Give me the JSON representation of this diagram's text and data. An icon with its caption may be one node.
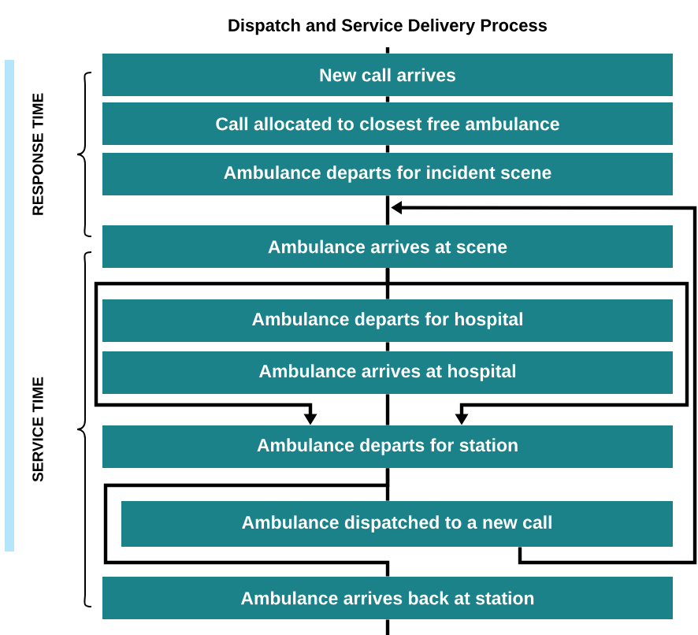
{
  "diagram": {
    "title": "Dispatch and Service Delivery Process",
    "nodes": [
      {
        "text": [
          "New call arrives"
        ]
      },
      {
        "text": [
          "Call allocated to closest free ambulance"
        ]
      },
      {
        "text": [
          "Ambulance departs for incident scene"
        ]
      },
      {
        "text": [
          "Ambulance arrives at scene"
        ]
      },
      {
        "text": [
          "Ambulance departs for hospital"
        ]
      },
      {
        "text": [
          "Ambulance arrives at hospital"
        ]
      },
      {
        "text": [
          "Ambulance departs for station"
        ]
      },
      {
        "text": [
          "Ambulance dispatched to  a new call"
        ]
      },
      {
        "text": [
          "Ambulance arrives back at station"
        ]
      }
    ],
    "edges": [
      {
        "from": 0,
        "to": 1,
        "arrow": "none"
      },
      {
        "from": 1,
        "to": 2,
        "arrow": "none"
      },
      {
        "from": 2,
        "to": 3,
        "arrow": "none"
      },
      {
        "from": 3,
        "to": 4,
        "arrow": "none"
      },
      {
        "from": 4,
        "to": 5,
        "arrow": "none"
      },
      {
        "from": 5,
        "to": 6,
        "arrow": "none"
      },
      {
        "from": 6,
        "to": 7,
        "arrow": "none"
      },
      {
        "from": 6,
        "to": 8,
        "arrow": "none"
      },
      {
        "from": 7,
        "to": 3,
        "arrow": "to"
      },
      {
        "from": 3,
        "to": 6,
        "arrow": "to"
      },
      {
        "from": 3,
        "to": 6,
        "arrow": "to"
      }
    ],
    "labels": [
      "RESPONSE TIME",
      "SERVICE TIME"
    ]
  }
}
